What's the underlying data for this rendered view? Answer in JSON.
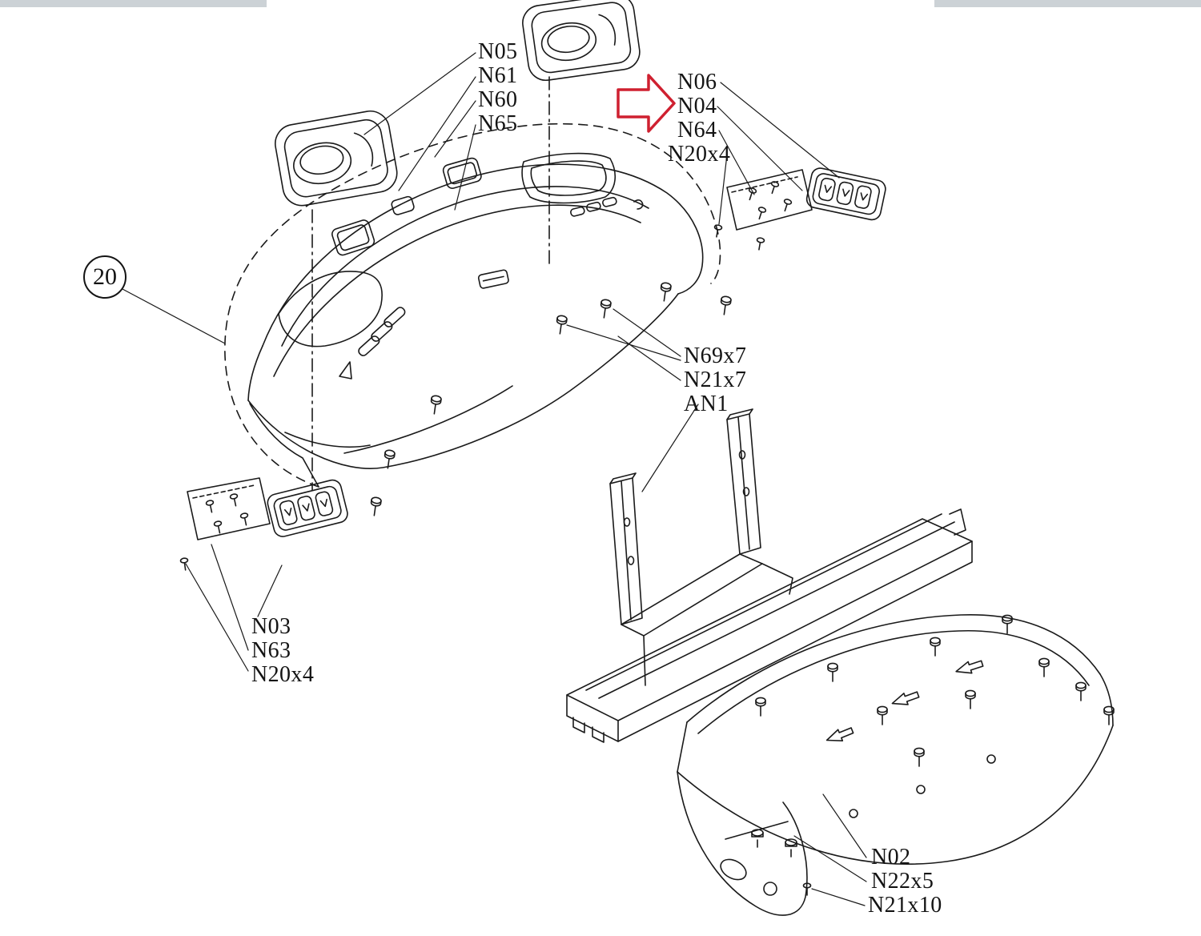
{
  "page": {
    "background": "#ffffff",
    "line_color": "#1a1a1a",
    "accent_red": "#cf2030"
  },
  "figure": {
    "number": "20"
  },
  "label_groups": {
    "top_left": {
      "items": [
        "N05",
        "N61",
        "N60",
        "N65"
      ]
    },
    "top_right": {
      "items": [
        "N06",
        "N04",
        "N64",
        "N20x4"
      ]
    },
    "middle": {
      "items": [
        "N69x7",
        "N21x7",
        "AN1"
      ]
    },
    "bottom_left": {
      "items": [
        "N03",
        "N63",
        "N20x4"
      ]
    },
    "bottom_right": {
      "items": [
        "N02",
        "N22x5",
        "N21x10"
      ]
    }
  },
  "highlight": {
    "arrow_points_to": "N04"
  }
}
